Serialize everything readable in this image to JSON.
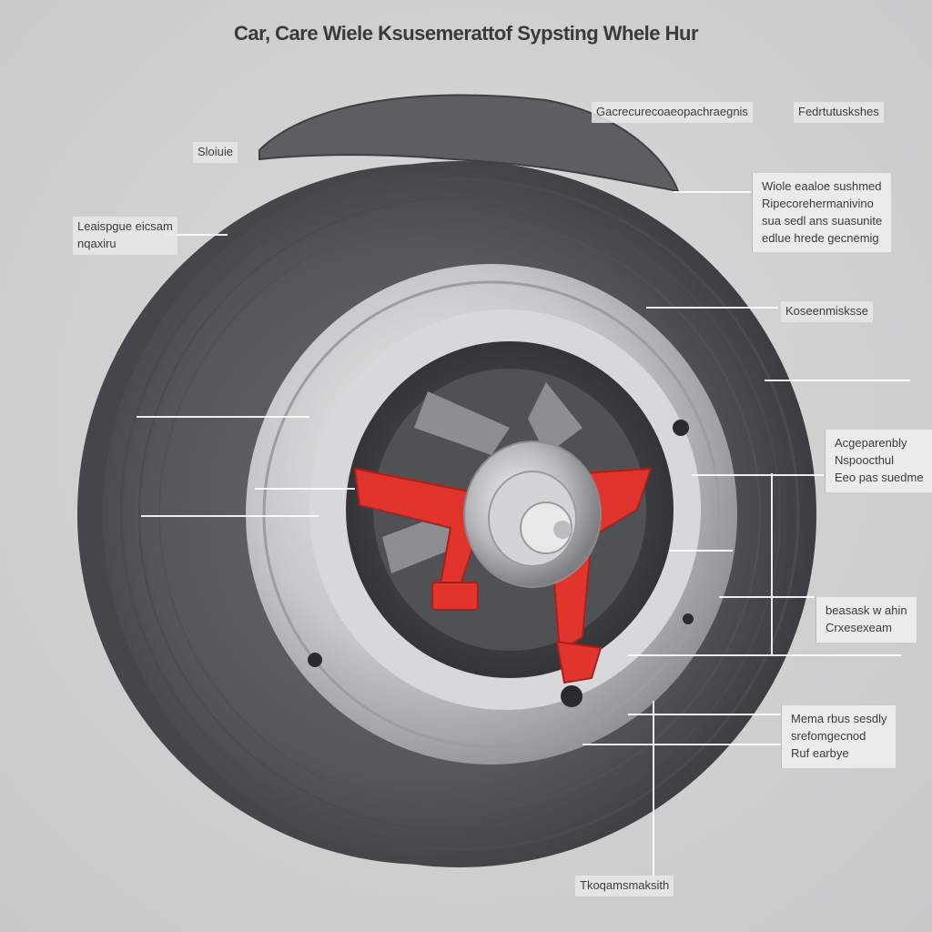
{
  "title": "Car, Care Wiele Ksusemerattof Sypsting Whele Hur",
  "labels": {
    "top_center": "Gacrecurecoaeopachraegnis",
    "top_right": "Fedrtutuskshes",
    "left_top": "Sloiuie",
    "left_mid_line1": "Leaispgue eicsam",
    "left_mid_line2": "nqaxiru",
    "right_box_1_line1": "Wiole eaaloe sushmed",
    "right_box_1_line2": "Ripecorehermanivino",
    "right_box_1_line3": "sua sedl ans suasunite",
    "right_box_1_line4": "edlue hrede gecnemig",
    "right_mid": "Koseenmisksse",
    "right_box_2_line1": "Acgeparenbly",
    "right_box_2_line2": "Nspoocthul",
    "right_box_2_line3": "Eeo pas suedme",
    "right_box_3_line1": "beasask w ahin",
    "right_box_3_line2": "Crxesexeam",
    "right_box_4_line1": "Mema rbus sesdly",
    "right_box_4_line2": "srefomgecnod",
    "right_box_4_line3": "Ruf earbye",
    "bottom": "Tkoqamsmaksith"
  },
  "colors": {
    "tire": "#5b5c60",
    "tire_dark": "#3e3f43",
    "rim": "#c9c9cb",
    "hub": "#a8a8ab",
    "accent_red": "#e0342c",
    "leader": "#ffffff"
  }
}
